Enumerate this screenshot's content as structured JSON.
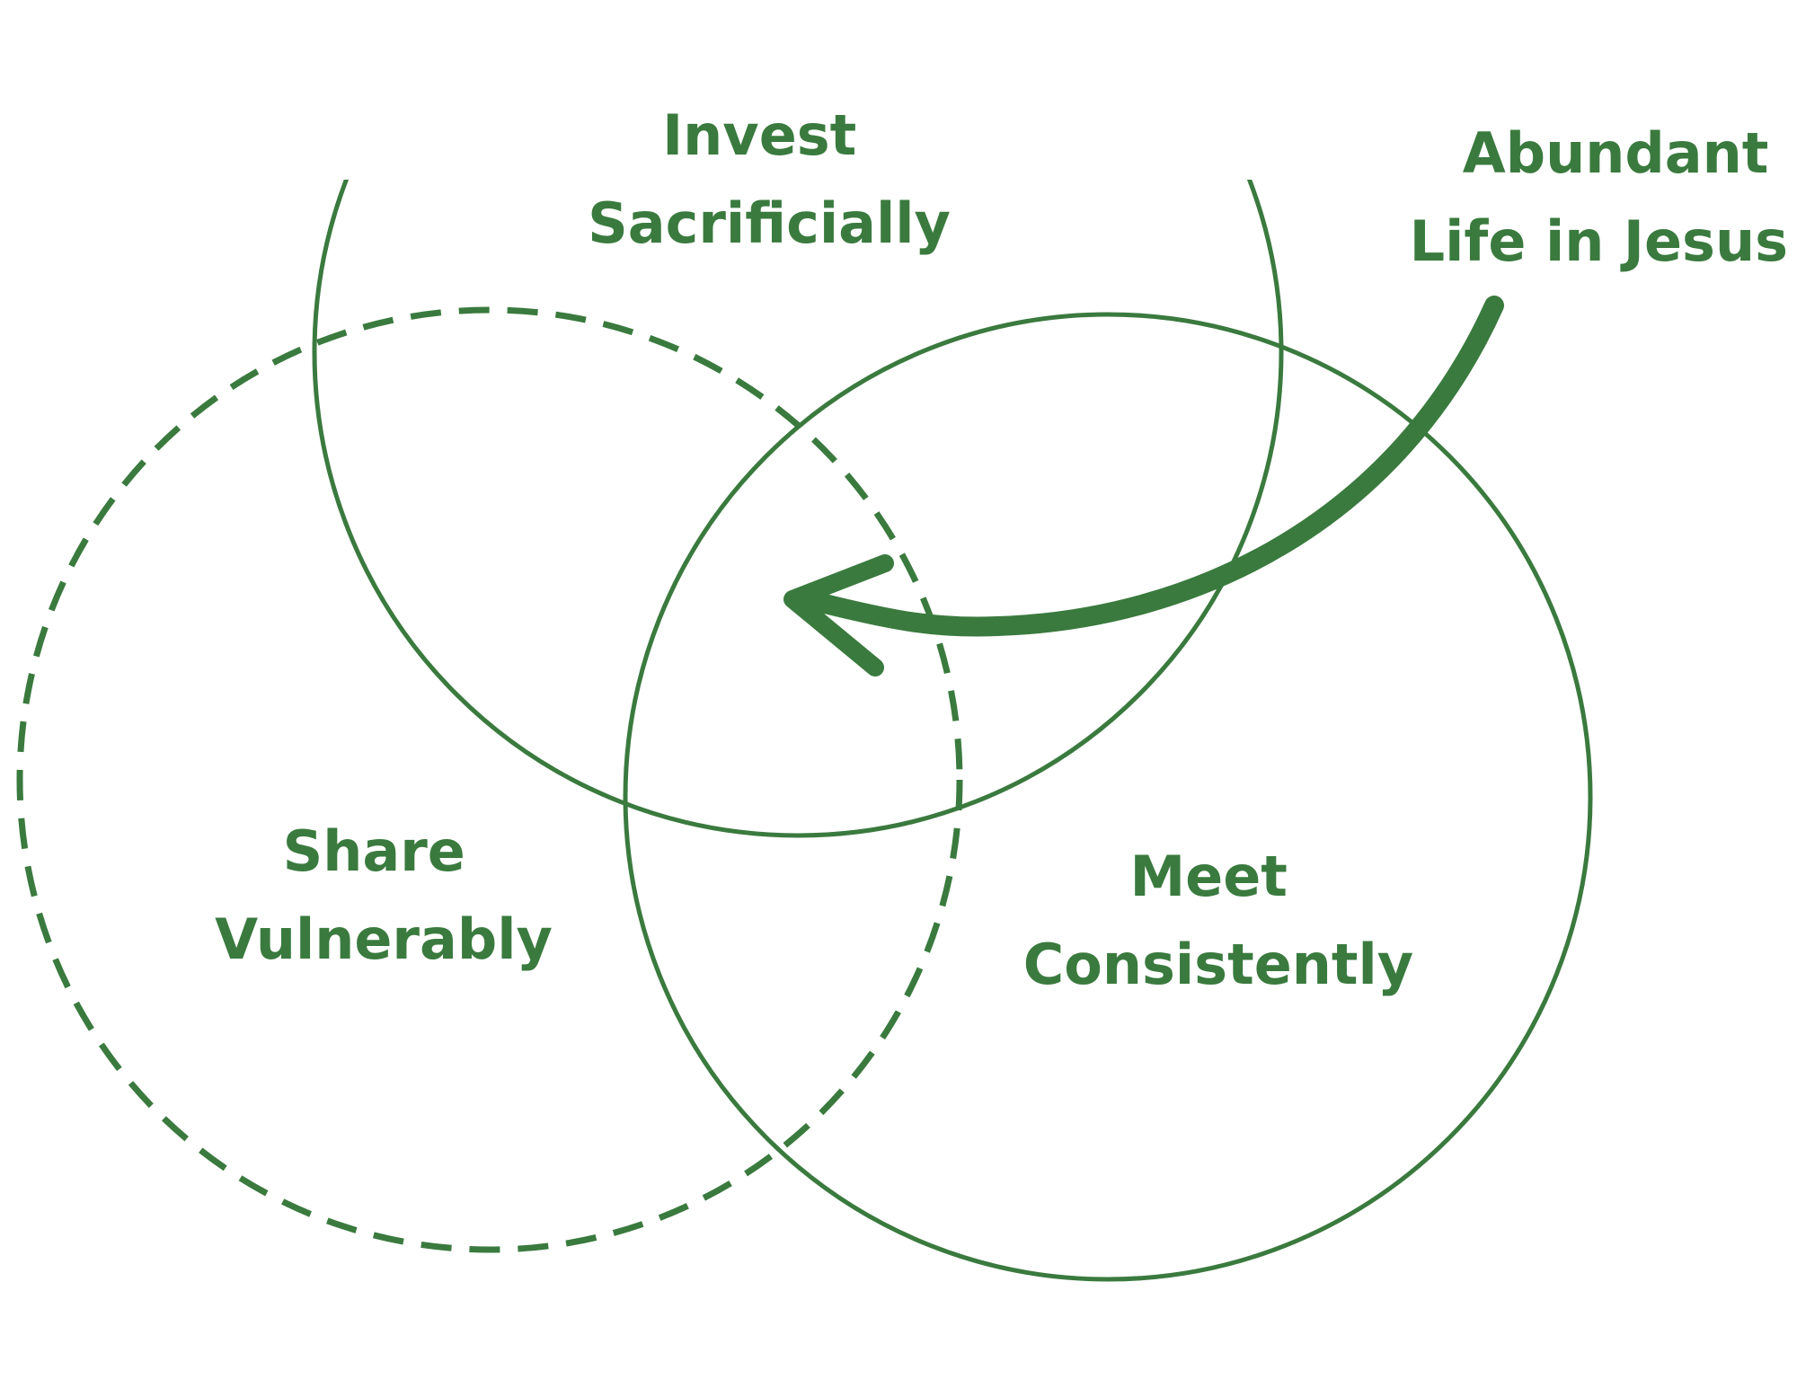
{
  "colors": {
    "ink": "#3a7a3e",
    "background": "#ffffff"
  },
  "circles": {
    "top": {
      "line1": "Invest",
      "line2": "Sacrificially",
      "style": "solid"
    },
    "left": {
      "line1": "Share",
      "line2": "Vulnerably",
      "style": "dashed"
    },
    "right": {
      "line1": "Meet",
      "line2": "Consistently",
      "style": "solid"
    }
  },
  "callout": {
    "line1": "Abundant",
    "line2": "Life in Jesus",
    "arrow": "curved-arrow"
  }
}
